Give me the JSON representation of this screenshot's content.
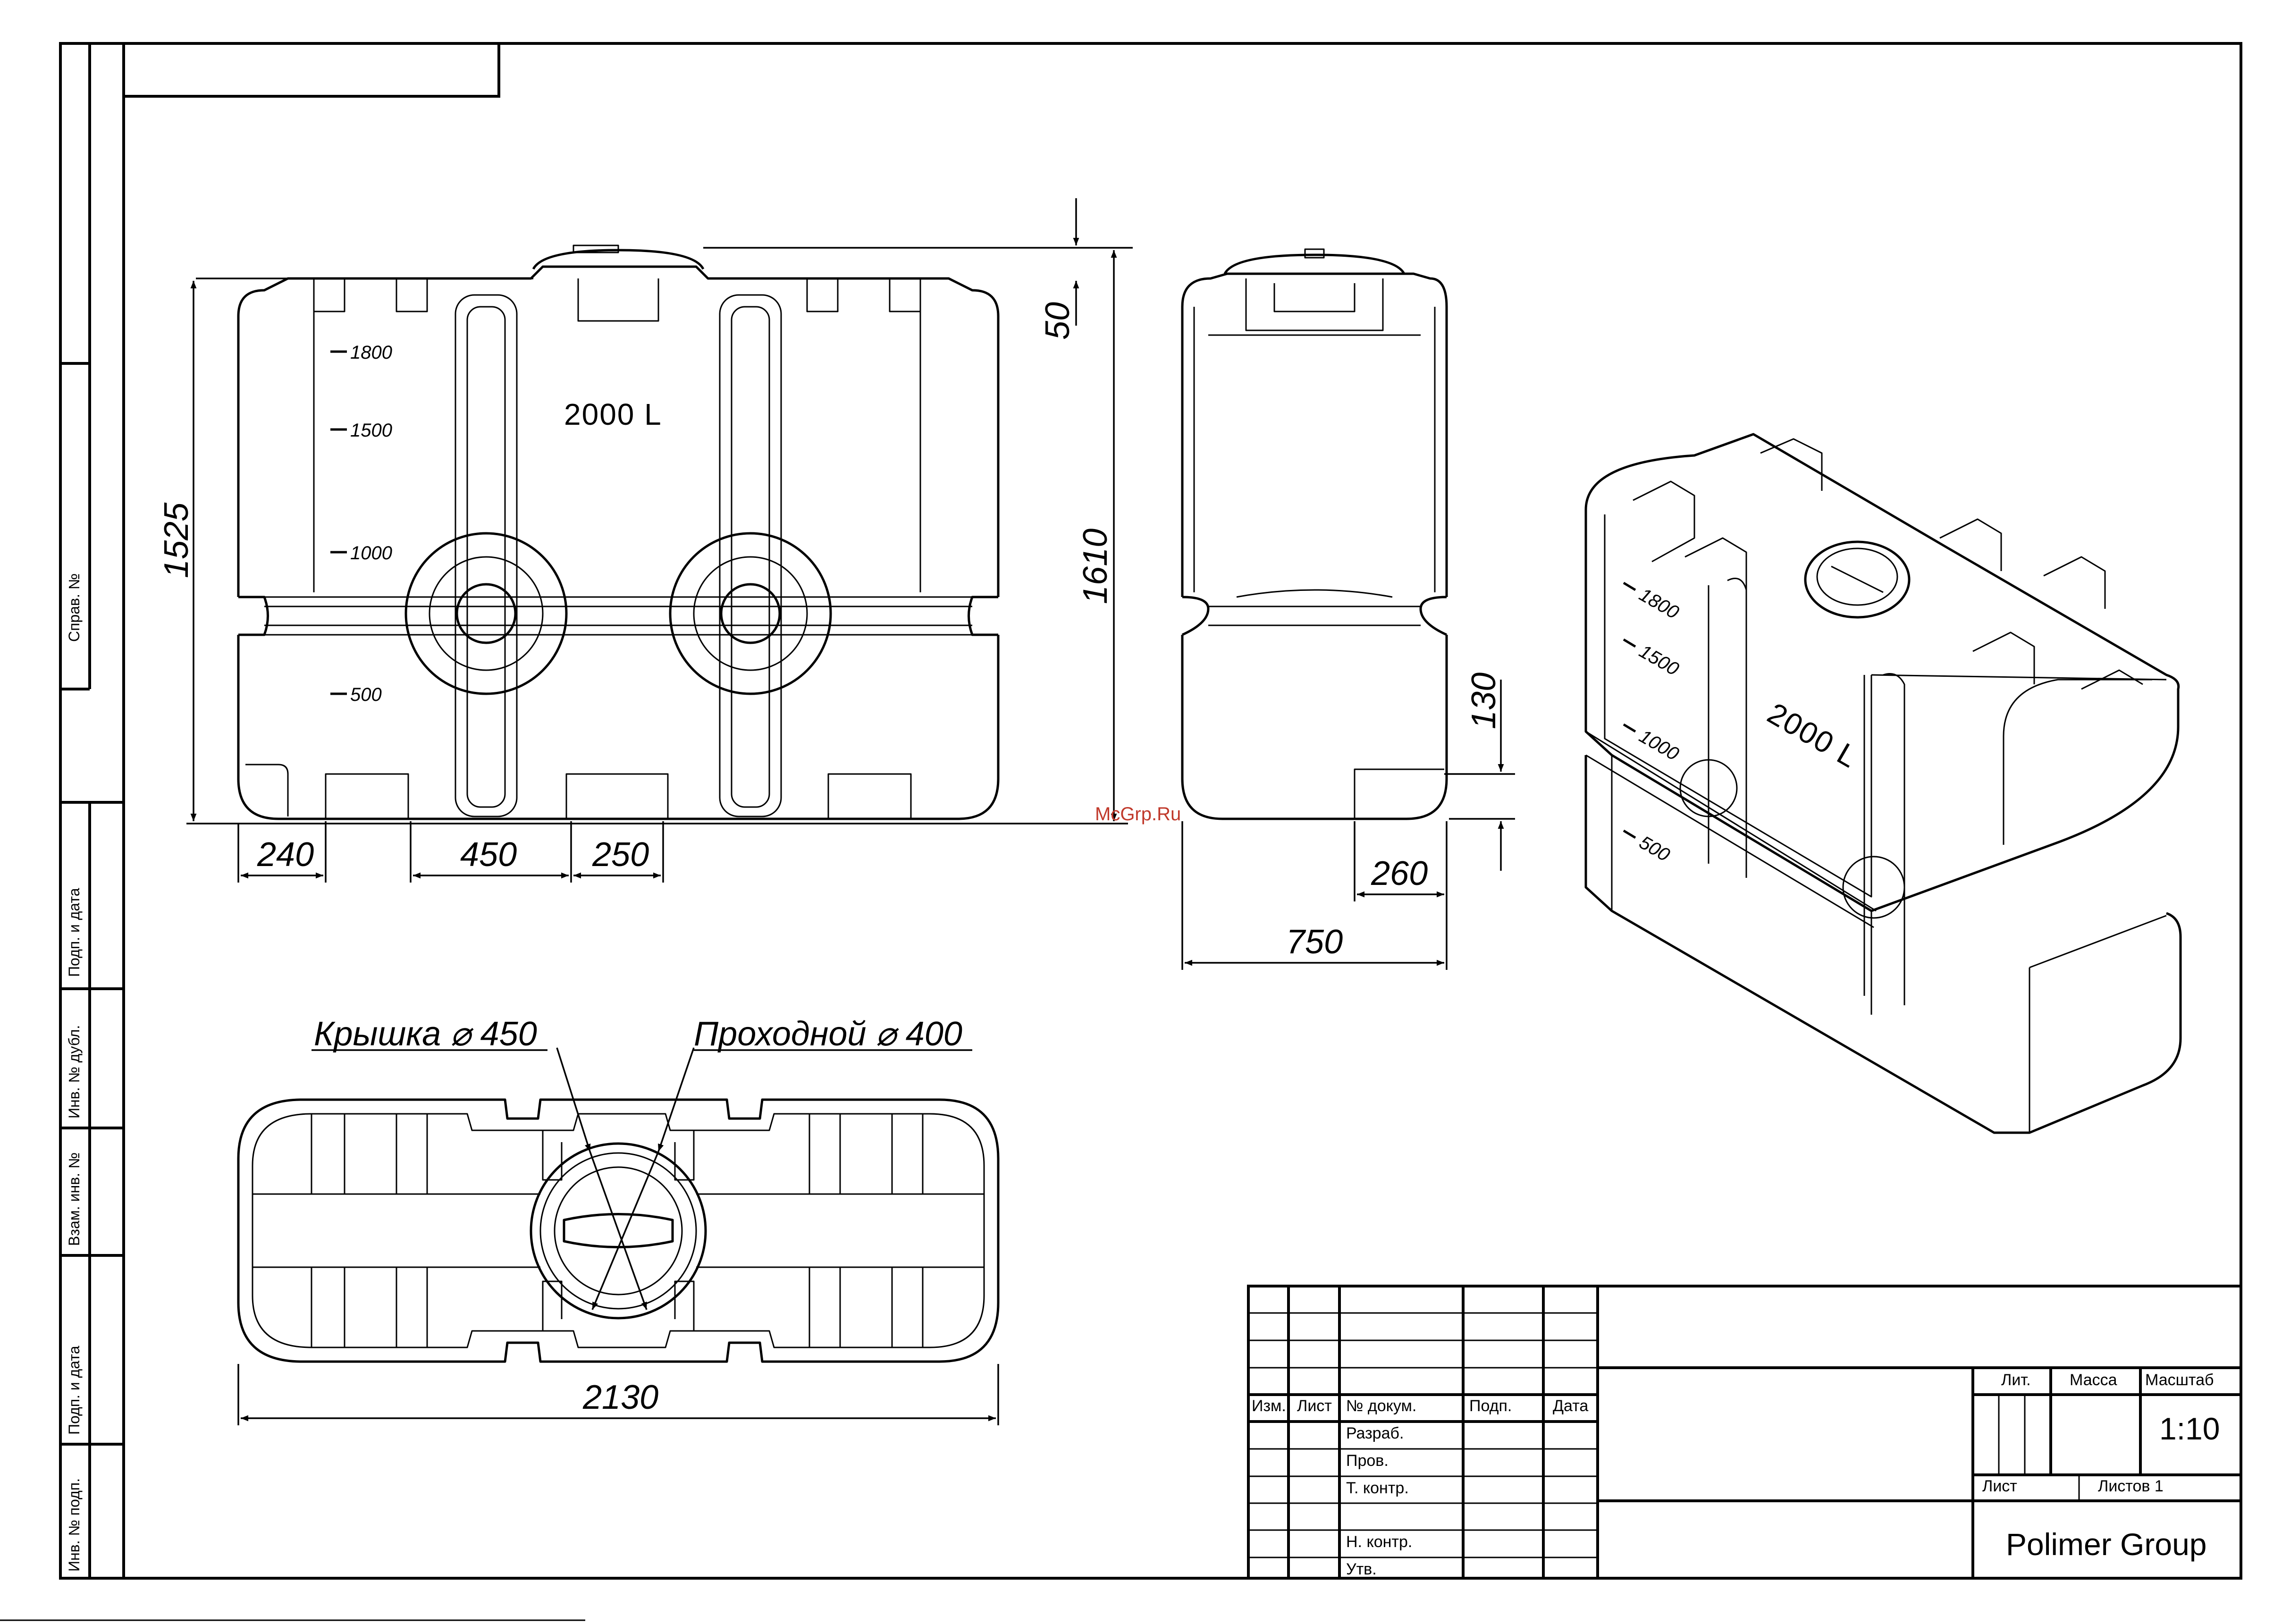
{
  "tank": {
    "volume_label": "2000 L",
    "scale_marks": [
      "1800",
      "1500",
      "1000",
      "500"
    ]
  },
  "front_view": {
    "dims": {
      "height": "1525",
      "total_height": "1610",
      "lid_height": "50",
      "offset_left": "240",
      "rib_width": "450",
      "rib_spacing": "250"
    }
  },
  "side_view": {
    "dims": {
      "depth": "750",
      "leg_width": "260",
      "leg_height": "130"
    }
  },
  "top_view": {
    "callout_lid": "Крышка ⌀ 450",
    "callout_opening": "Проходной ⌀ 400",
    "dims": {
      "length": "2130"
    }
  },
  "watermark": "McGrp.Ru",
  "side_strip": [
    "Справ. №",
    "Подп. и дата",
    "Инв. № дубл.",
    "Взам. инв. №",
    "Подп. и дата",
    "Инв. № подп."
  ],
  "title_block": {
    "col_headers": [
      "Изм.",
      "Лист",
      "№ докум.",
      "Подп.",
      "Дата"
    ],
    "row_labels": [
      "Разраб.",
      "Пров.",
      "Т. контр.",
      "Н. контр.",
      "Утв."
    ],
    "lit_label": "Лит.",
    "mass_label": "Масса",
    "scale_label": "Масштаб",
    "scale_value": "1:10",
    "sheet_label": "Лист",
    "sheets_label": "Листов 1",
    "company": "Polimer Group"
  }
}
